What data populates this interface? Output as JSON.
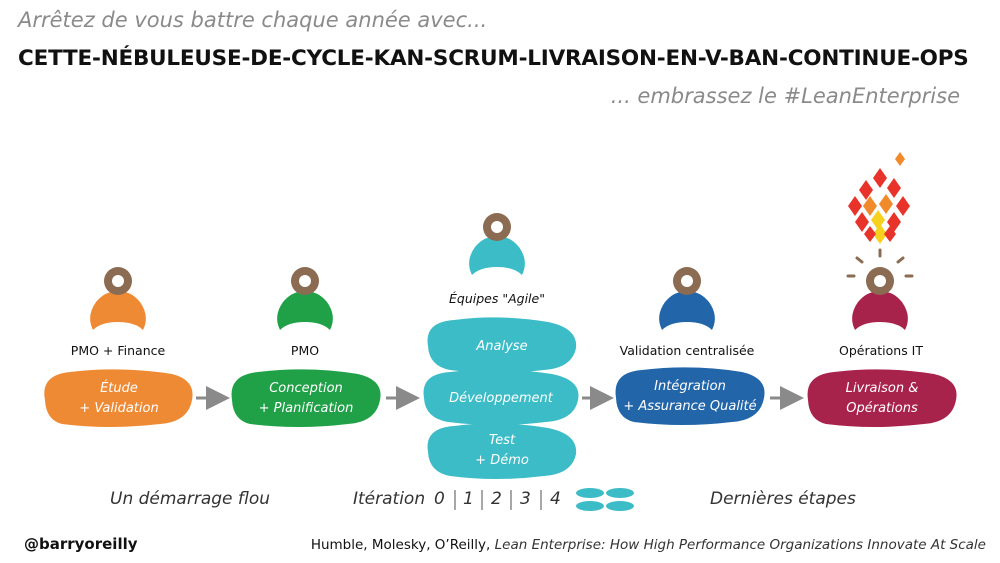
{
  "header": {
    "intro": "Arrêtez de vous battre chaque année avec...",
    "headline": "CETTE-NÉBULEUSE-DE-CYCLE-KAN-SCRUM-LIVRAISON-EN-V-BAN-CONTINUE-OPS",
    "tagline": "... embrassez le #LeanEnterprise"
  },
  "stages": [
    {
      "role": "PMO + Finance",
      "line1": "Étude",
      "line2": "+ Validation",
      "color": "#ee8a34",
      "icon_color": "#ee8a34"
    },
    {
      "role": "PMO",
      "line1": "Conception",
      "line2": "+ Planification",
      "color": "#20a148",
      "icon_color": "#20a148"
    },
    {
      "role": "Équipes \"Agile\"",
      "items": [
        "Analyse",
        "Développement",
        "Test",
        "+  Démo"
      ],
      "color": "#3cbcc6",
      "icon_color": "#3cbcc6"
    },
    {
      "role": "Validation centralisée",
      "line1": "Intégration",
      "line2": "+ Assurance Qualité",
      "color": "#2265a8",
      "icon_color": "#2265a8"
    },
    {
      "role": "Opérations IT",
      "line1": "Livraison &",
      "line2": "Opérations",
      "color": "#a8234b",
      "icon_color": "#a8234b"
    }
  ],
  "bottom": {
    "left": "Un démarrage flou",
    "iteration_label": "Itération",
    "iterations": [
      "0",
      "1",
      "2",
      "3",
      "4"
    ],
    "right": "Dernières étapes"
  },
  "footer": {
    "handle": "@barryoreilly",
    "authors": "Humble, Molesky, O’Reilly, ",
    "book": "Lean Enterprise: How High Performance Organizations Innovate At Scale"
  },
  "colors": {
    "head": "#8b6b52",
    "arrow": "#8a8a8a",
    "flame_red": "#e8332a",
    "flame_orange": "#f08a2a",
    "flame_yellow": "#f6d21e"
  }
}
